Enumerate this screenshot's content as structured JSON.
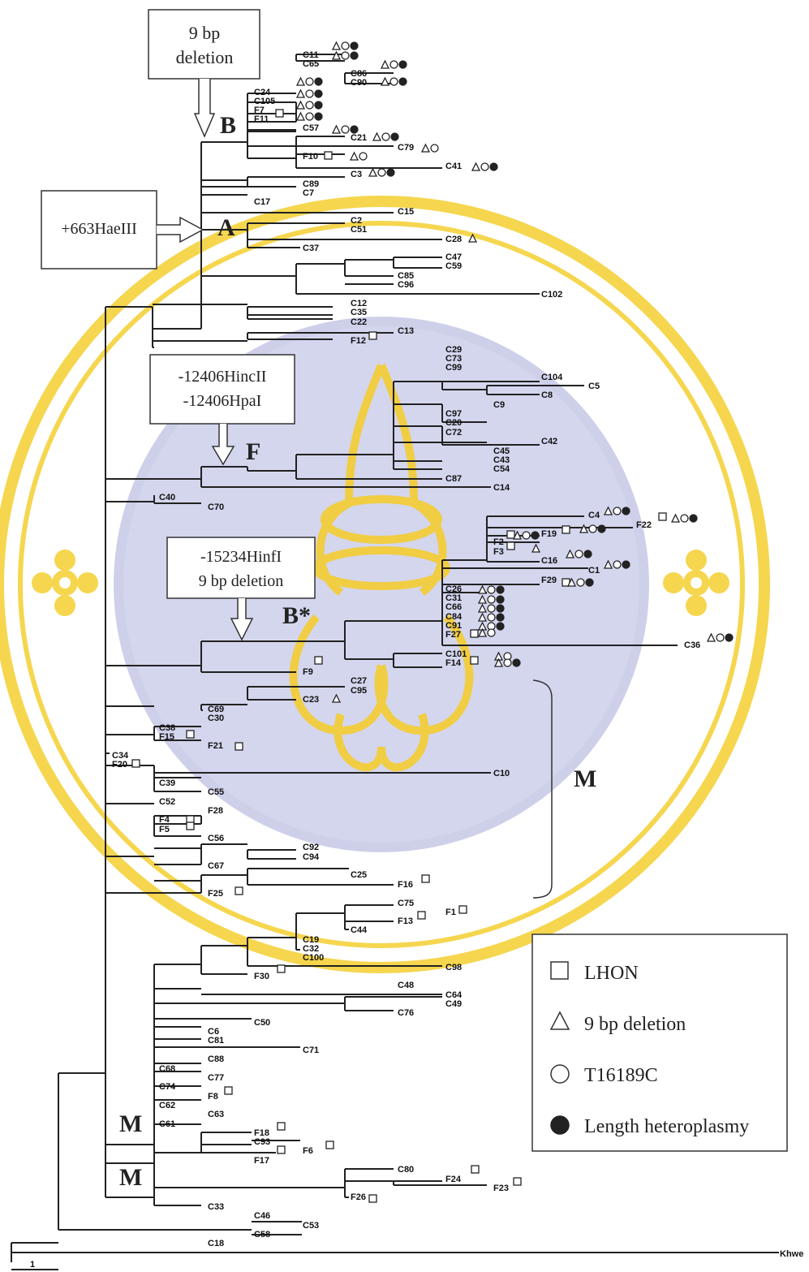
{
  "watermark": {
    "ring_color": "#f4d23b",
    "disc_color": "#c9cce8",
    "emblem_color": "#f0c830",
    "petal_color": "#f4d23b"
  },
  "boxes": {
    "nine_bp": {
      "lines": [
        "9 bp",
        "deletion"
      ]
    },
    "hae": {
      "lines": [
        "+663HaeIII"
      ]
    },
    "hinc": {
      "lines": [
        "-12406HincII",
        "-12406HpaI"
      ]
    },
    "hinf": {
      "lines": [
        "-15234HinfI",
        "9 bp deletion"
      ]
    }
  },
  "clades": {
    "B": "B",
    "A": "A",
    "F": "F",
    "Bstar": "B*",
    "M_bracket": "M",
    "M_lower1": "M",
    "M_lower2": "M"
  },
  "scale_label": "1",
  "outgroup": "Khwe",
  "taxa": [
    "C11",
    "C65",
    "C86",
    "C90",
    "C24",
    "C105",
    "F7",
    "F11",
    "C57",
    "C21",
    "C79",
    "F10",
    "C41",
    "C3",
    "C89",
    "C7",
    "C17",
    "C15",
    "C2",
    "C51",
    "C28",
    "C37",
    "C47",
    "C59",
    "C85",
    "C96",
    "C102",
    "C12",
    "C35",
    "C22",
    "C13",
    "F12",
    "C29",
    "C73",
    "C99",
    "C104",
    "C5",
    "C8",
    "C9",
    "C97",
    "C20",
    "C72",
    "C45",
    "C42",
    "C43",
    "C54",
    "C87",
    "C14",
    "C40",
    "C70",
    "C4",
    "F22",
    "F19",
    "F2",
    "F3",
    "C16",
    "C1",
    "F29",
    "C26",
    "C31",
    "C66",
    "C84",
    "C91",
    "F27",
    "C36",
    "C101",
    "F14",
    "F9",
    "C27",
    "C95",
    "C23",
    "C69",
    "C30",
    "C38",
    "F15",
    "F21",
    "C34",
    "F20",
    "C10",
    "C39",
    "C55",
    "C52",
    "F28",
    "F4",
    "F5",
    "C56",
    "C92",
    "C94",
    "C67",
    "C25",
    "F16",
    "F25",
    "C75",
    "F1",
    "F13",
    "C44",
    "C19",
    "C32",
    "C100",
    "C98",
    "F30",
    "C48",
    "C64",
    "C49",
    "C76",
    "C50",
    "C6",
    "C81",
    "C71",
    "C88",
    "C68",
    "C77",
    "C74",
    "F8",
    "C62",
    "C63",
    "C61",
    "F18",
    "C93",
    "F6",
    "F17",
    "C80",
    "F24",
    "F23",
    "F26",
    "C33",
    "C46",
    "C53",
    "C58",
    "C18"
  ],
  "legend": {
    "items": [
      {
        "symbol": "square-icon",
        "label": "LHON"
      },
      {
        "symbol": "triangle-icon",
        "label": "9 bp deletion"
      },
      {
        "symbol": "circle-icon",
        "label": "T16189C"
      },
      {
        "symbol": "filled-circle-icon",
        "label": "Length heteroplasmy"
      }
    ]
  }
}
